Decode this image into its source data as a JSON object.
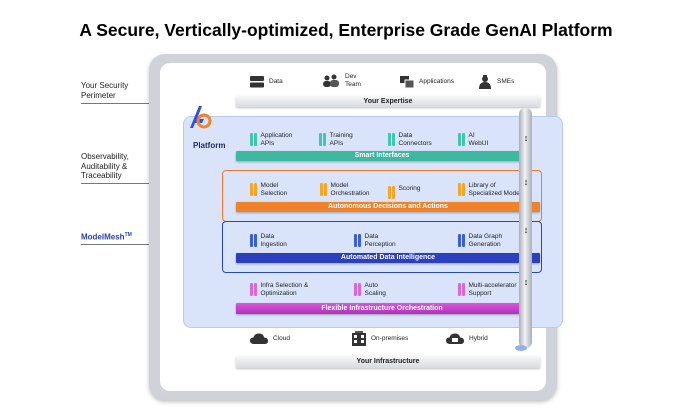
{
  "title": "A Secure, Vertically-optimized, Enterprise Grade GenAI Platform",
  "side_labels": {
    "security": "Your Security\nPerimeter",
    "observability": "Observability,\nAuditability &\nTraceability"
  },
  "modelmesh": "ModelMesh",
  "modelmesh_tm": "TM",
  "platform_label": "Platform",
  "expertise": {
    "bar": "Your Expertise",
    "items": [
      {
        "label": "Data",
        "icon": "database-icon"
      },
      {
        "label": "Dev\nTeam",
        "icon": "team-icon"
      },
      {
        "label": "Applications",
        "icon": "applications-icon"
      },
      {
        "label": "SMEs",
        "icon": "expert-icon"
      }
    ]
  },
  "smart_interfaces": {
    "bar": "Smart Interfaces",
    "color": "#3fb8a0",
    "items": [
      "Application\nAPIs",
      "Training\nAPIs",
      "Data\nConnectors",
      "AI\nWebUI"
    ]
  },
  "autonomous": {
    "bar": "Autonomous Decisions and Actions",
    "color": "#f0832a",
    "items": [
      "Model\nSelection",
      "Model\nOrchestration",
      "Scoring",
      "Library of\nSpecialized Models"
    ]
  },
  "data_intelligence": {
    "bar": "Automated Data Intelligence",
    "color": "#2b3fbf",
    "items": [
      "Data\nIngestion",
      "Data\nPerception",
      "Data Graph\nGeneration"
    ]
  },
  "infrastructure_orchestration": {
    "bar": "Flexible Infrastructure Orchestration",
    "color": "#c43cc8",
    "items": [
      "Infra Selection &\nOptimization",
      "Auto\nScaling",
      "Multi-accelerator\nSupport"
    ]
  },
  "infrastructure": {
    "bar": "Your Infrastructure",
    "items": [
      {
        "label": "Cloud",
        "icon": "cloud-icon"
      },
      {
        "label": "On-premises",
        "icon": "building-icon"
      },
      {
        "label": "Hybrid",
        "icon": "hybrid-cloud-icon"
      }
    ]
  }
}
